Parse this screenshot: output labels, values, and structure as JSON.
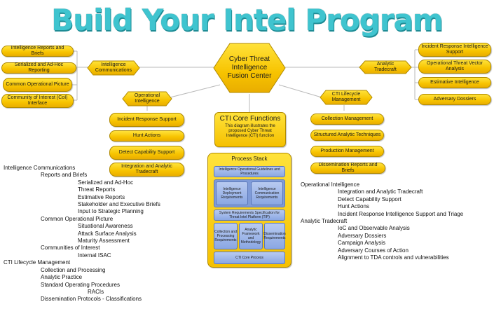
{
  "title": "Build Your Intel Program",
  "center_hex": "Cyber Threat Intelligence Fusion Center",
  "left_pills": [
    "Intelligence Reports and Briefs",
    "Serialized and Ad-Hoc Reporting",
    "Common Operational Picture",
    "Community of Interest (CoI) Interface"
  ],
  "right_pills": [
    "Incident Response Intelligence Support",
    "Operational Threat Vector Analysis",
    "Estimative Intelligence",
    "Adversary Dossiers"
  ],
  "small_hexes": {
    "intel_comms": "Intelligence Communications",
    "analytic_tradecraft": "Analytic Tradecraft",
    "operational_intel": "Operational Intelligence",
    "cti_lifecycle": "CTI Lifecycle Management"
  },
  "ops_pills": [
    "Incident Response Support",
    "Hunt Actions",
    "Detect Capability Support",
    "Integration and Analytic Tradecraft"
  ],
  "lifecycle_pills": [
    "Collection Management",
    "Structured Analytic Techniques",
    "Production Management",
    "Dissemination Reports and Briefs"
  ],
  "core": {
    "title": "CTI Core Functions",
    "desc": "This diagram illustrates the proposed Cyber Threat Intelligence (CTI) function"
  },
  "stack": {
    "title": "Process Stack",
    "guidelines": "Intelligence Operational Guidelines and Procedures",
    "deploy": "Intelligence Deployment Requirements",
    "comms_req": "Intelligence Communication Requirements",
    "system_req": "System Requirements Specification for Threat Intel Platform (TIP)",
    "collection": "Collection and Processing Requirements",
    "analytic": "Analytic Framework and Methodology",
    "dissemination": "Dissemination Requirements",
    "cti_core": "CTI Core Process"
  },
  "left_outline": [
    {
      "level": 0,
      "text": "Intelligence Communications"
    },
    {
      "level": 1,
      "text": "Reports and Briefs"
    },
    {
      "level": 2,
      "text": "Serialized and Ad-Hoc"
    },
    {
      "level": 2,
      "text": "Threat Reports"
    },
    {
      "level": 2,
      "text": "Estimative Reports"
    },
    {
      "level": 2,
      "text": "Stakeholder and Executive Briefs"
    },
    {
      "level": 2,
      "text": "Input to Strategic Planning"
    },
    {
      "level": 1,
      "text": "Common Operational Picture"
    },
    {
      "level": 2,
      "text": "Situational Awareness"
    },
    {
      "level": 2,
      "text": "Attack Surface Analysis"
    },
    {
      "level": 2,
      "text": "Maturity Assessment"
    },
    {
      "level": 1,
      "text": "Communities of Interest"
    },
    {
      "level": 2,
      "text": "Internal ISAC"
    },
    {
      "level": 0,
      "text": "CTI Lifecycle Management"
    },
    {
      "level": 1,
      "text": "Collection and Processing"
    },
    {
      "level": 1,
      "text": "Analytic Practice"
    },
    {
      "level": 1,
      "text": "Standard Operating Procedures"
    },
    {
      "level": 3,
      "text": "RACIs"
    },
    {
      "level": 1,
      "text": "Dissemination Protocols - Classifications"
    }
  ],
  "right_outline": [
    {
      "level": 0,
      "text": "Operational Intelligence"
    },
    {
      "level": 1,
      "text": "Integration and Analytic Tradecraft"
    },
    {
      "level": 1,
      "text": "Detect Capability Support"
    },
    {
      "level": 1,
      "text": "Hunt Actions"
    },
    {
      "level": 1,
      "text": "Incident Response Intelligence Support and Triage"
    },
    {
      "level": 0,
      "text": "Analytic Tradecraft"
    },
    {
      "level": 1,
      "text": "IoC and Observable Analysis"
    },
    {
      "level": 1,
      "text": "Adversary Dossiers"
    },
    {
      "level": 1,
      "text": "Campaign Analysis"
    },
    {
      "level": 1,
      "text": "Adversary Courses of Action"
    },
    {
      "level": 1,
      "text": "Alignment to TDA controls and vulnerabilities"
    }
  ],
  "colors": {
    "title": "#3fc4cf",
    "pill": "#f7c300",
    "stack_blue": "#8aa7e3",
    "line": "#b9b9b9"
  }
}
